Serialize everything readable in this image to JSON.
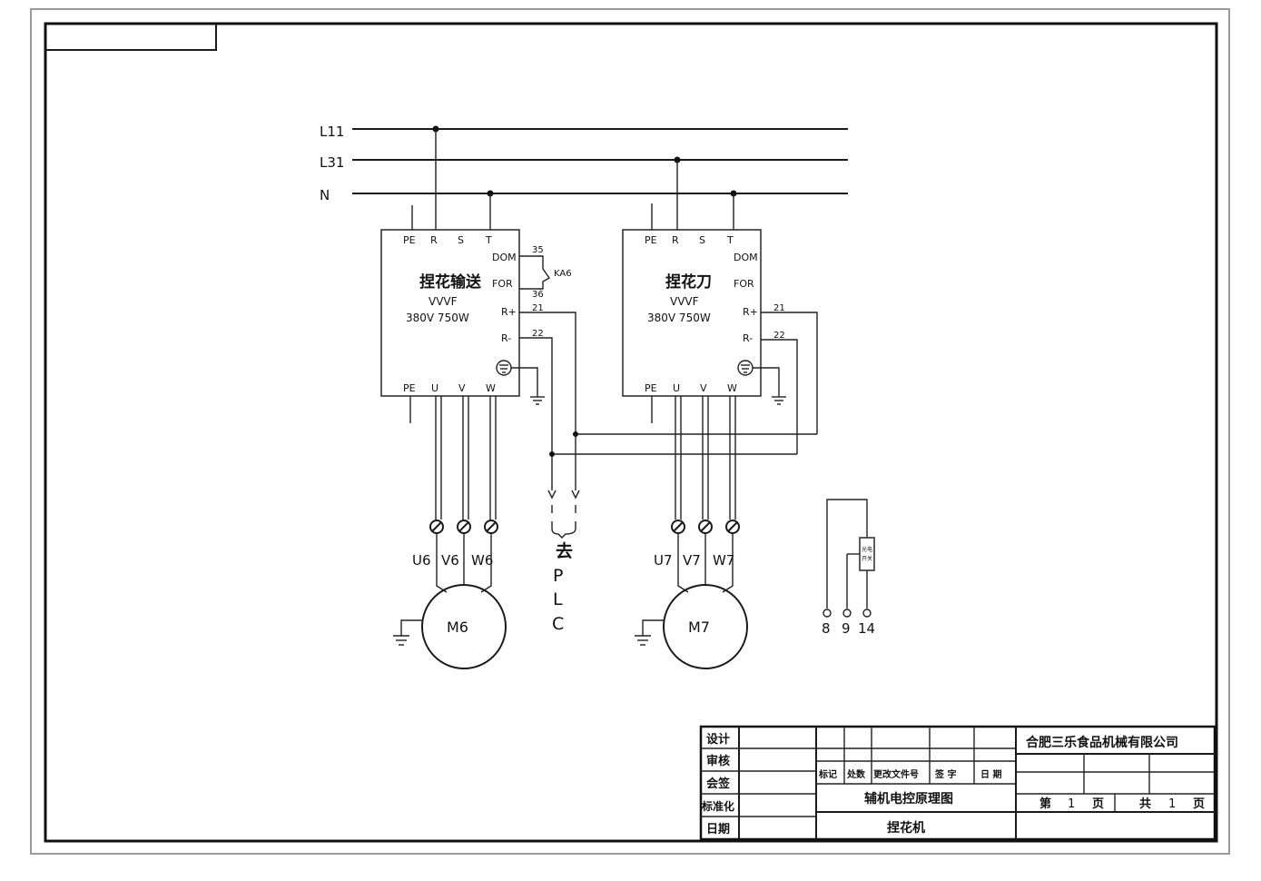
{
  "bus_lines": [
    "L11",
    "L31",
    "N"
  ],
  "vfd1": {
    "name": "捏花输送",
    "type": "VVVF",
    "rating": "380V  750W",
    "top_terminals": [
      "PE",
      "R",
      "S",
      "T"
    ],
    "bottom_terminals": [
      "PE",
      "U",
      "V",
      "W"
    ],
    "side_terminals": [
      "DOM",
      "FOR",
      "R+",
      "R-"
    ],
    "wire_numbers": [
      "35",
      "36",
      "21",
      "22"
    ],
    "relay": "KA6"
  },
  "vfd2": {
    "name": "捏花刀",
    "type": "VVVF",
    "rating": "380V  750W",
    "top_terminals": [
      "PE",
      "R",
      "S",
      "T"
    ],
    "bottom_terminals": [
      "PE",
      "U",
      "V",
      "W"
    ],
    "side_terminals": [
      "DOM",
      "FOR",
      "R+",
      "R-"
    ],
    "wire_numbers": [
      "21",
      "22"
    ]
  },
  "motor1": {
    "name": "M6",
    "phases": [
      "U6",
      "V6",
      "W6"
    ]
  },
  "motor2": {
    "name": "M7",
    "phases": [
      "U7",
      "V7",
      "W7"
    ]
  },
  "plc_label": [
    "去",
    "P",
    "L",
    "C"
  ],
  "sensor": {
    "label": [
      "光电",
      "开关"
    ],
    "terminals": [
      "8",
      "9",
      "14"
    ]
  },
  "title_block": {
    "company": "合肥三乐食品机械有限公司",
    "left_labels": [
      "设计",
      "审核",
      "会签",
      "标准化",
      "日期"
    ],
    "revision_headers": [
      "标记",
      "处数",
      "更改文件号",
      "签 字",
      "日 期"
    ],
    "drawing_title": "辅机电控原理图",
    "machine_name": "捏花机",
    "page_info": [
      "第",
      "1",
      "页",
      "共",
      "1",
      "页"
    ]
  },
  "colors": {
    "line": "#111111",
    "paper": "#ffffff",
    "frame": "#9a9a9a"
  }
}
